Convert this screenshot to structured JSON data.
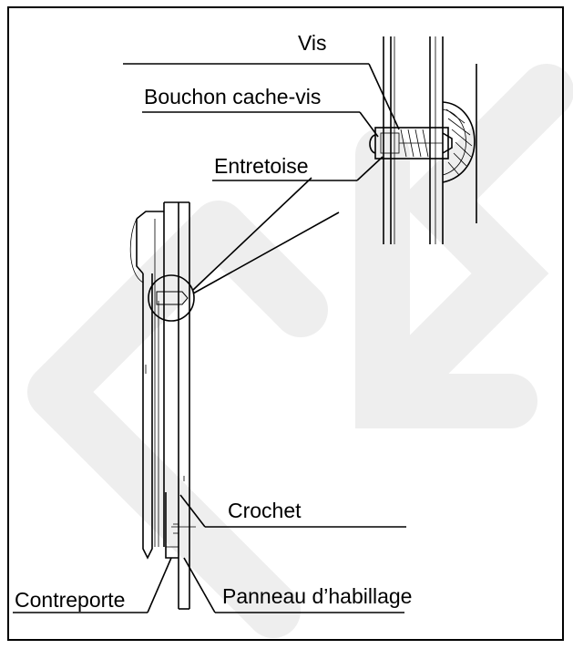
{
  "labels": {
    "vis": "Vis",
    "bouchon": "Bouchon cache-vis",
    "entretoise": "Entretoise",
    "crochet": "Crochet",
    "contreporte": "Contreporte",
    "panneau": "Panneau d’habillage"
  },
  "colors": {
    "ink": "#000000",
    "watermark": "#eeeeee",
    "background": "#ffffff"
  }
}
